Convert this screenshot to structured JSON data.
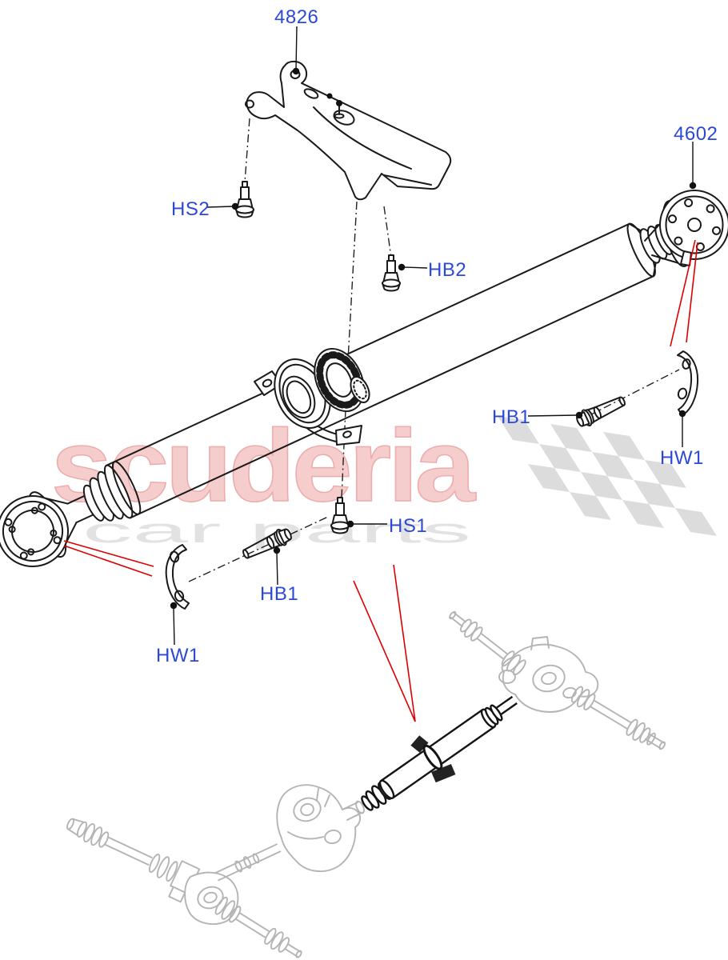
{
  "labels": {
    "bracket": "4826",
    "flange": "4602",
    "hs2": "HS2",
    "hb2": "HB2",
    "hs1": "HS1",
    "hb1_left": "HB1",
    "hw1_left": "HW1",
    "hb1_right": "HB1",
    "hw1_right": "HW1"
  },
  "watermark": {
    "brand": "scuderia",
    "sub": "car parts",
    "brand_color": "#f6cdcd",
    "sub_color": "#e2e2e2",
    "flag_color": "#dcdcdc"
  },
  "colors": {
    "label_blue": "#2b49d6",
    "line_black": "#1a1a1a",
    "pointer_red": "#dd0000",
    "overview_gray": "#b4b4b4"
  }
}
